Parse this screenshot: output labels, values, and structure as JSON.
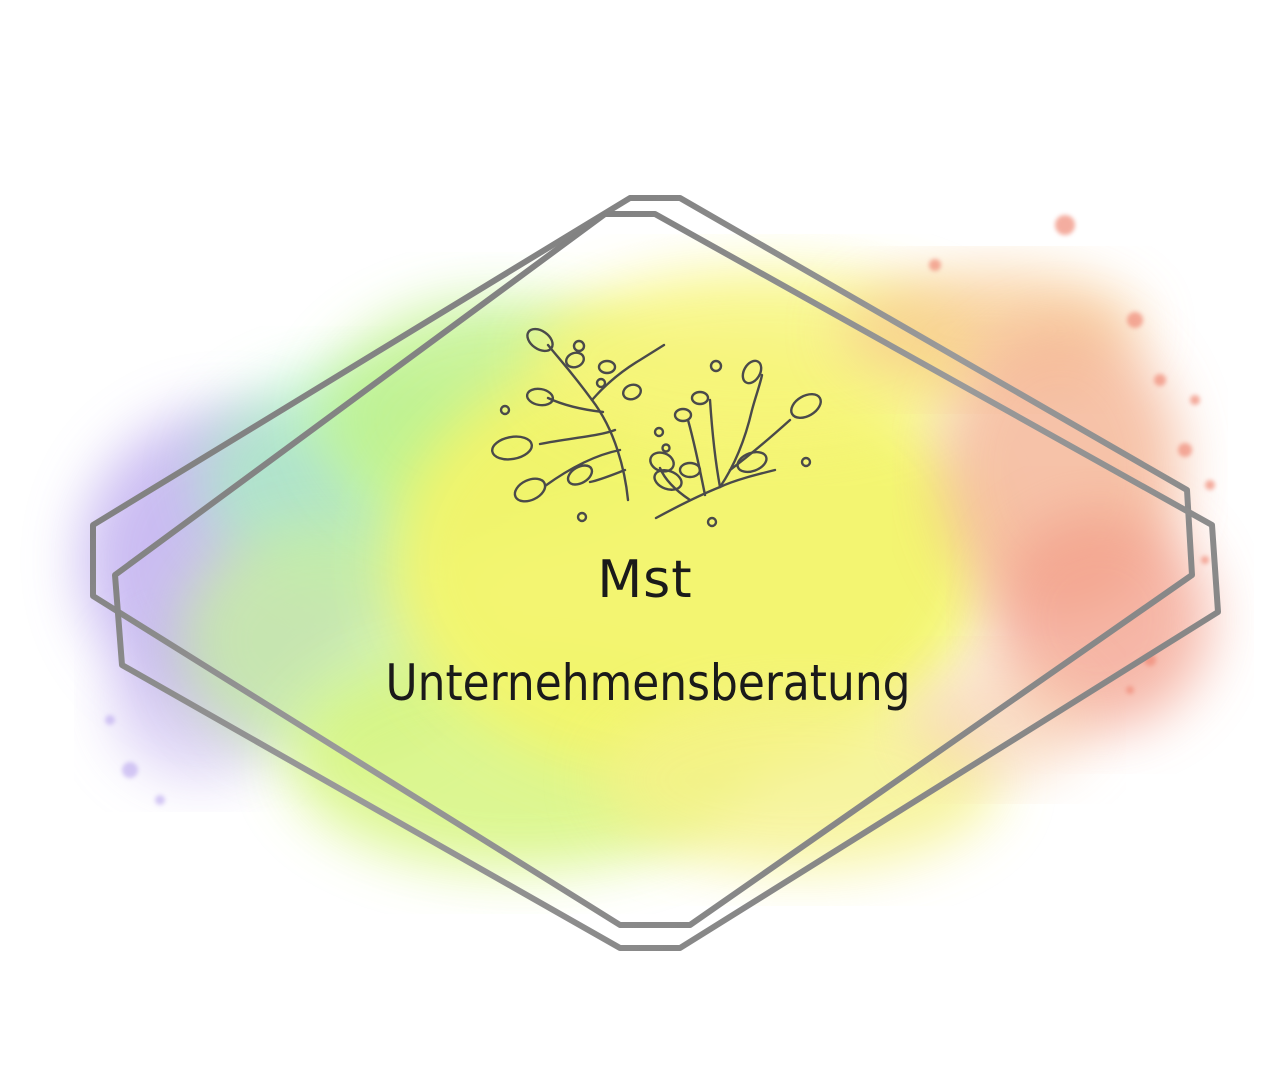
{
  "logo": {
    "line1": "Mst",
    "line2": "Unternehmensberatung",
    "decoration_icon": "floral-branches-icon",
    "frame_icon": "double-hexagon-frame"
  },
  "colors": {
    "background": "#ffffff",
    "frame_stroke": "#8a8a8a",
    "text": "#1a1a1a",
    "watercolor_purple": "#b9a6ee",
    "watercolor_green": "#b7ef8a",
    "watercolor_yellow": "#f4f56a",
    "watercolor_coral": "#f4a48c"
  }
}
